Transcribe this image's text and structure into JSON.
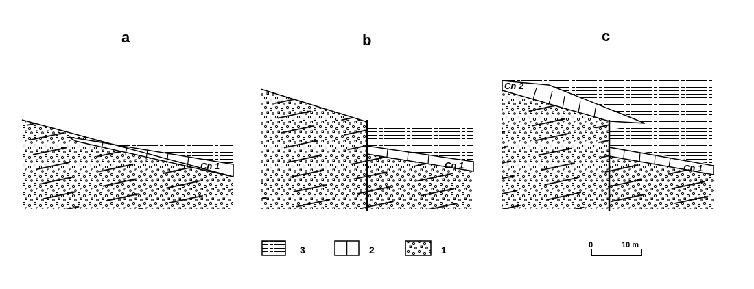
{
  "panels": [
    {
      "label": "a",
      "contact_labels": [
        "Cn 1"
      ]
    },
    {
      "label": "b",
      "contact_labels": [
        "Cn 1"
      ]
    },
    {
      "label": "c",
      "contact_labels": [
        "Cn 2",
        "Cn 1"
      ]
    }
  ],
  "legend": [
    {
      "symbol": "horizontal-lines",
      "label": "3"
    },
    {
      "symbol": "blocks",
      "label": "2"
    },
    {
      "symbol": "dots",
      "label": "1"
    }
  ],
  "scale": {
    "start": "0",
    "end": "10 m"
  },
  "colors": {
    "ink": "#000000",
    "paper": "#ffffff"
  }
}
